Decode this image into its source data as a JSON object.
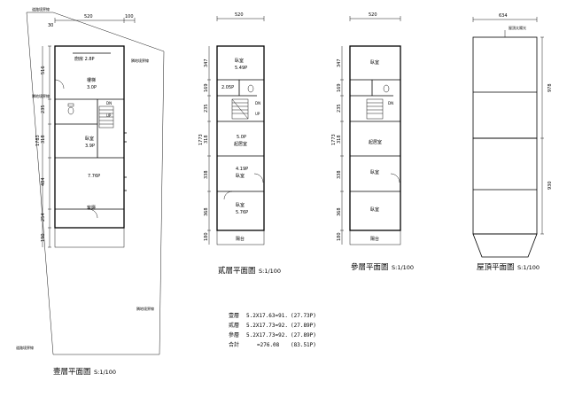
{
  "plans": [
    {
      "title": "壹層平面圖",
      "scale": "S:1/100",
      "dims": [
        "520",
        "100",
        "30",
        "516",
        "235",
        "318",
        "484",
        "254",
        "190",
        "1783"
      ],
      "rooms": [
        "廚房 2.8P",
        "樓梯",
        "3.0P",
        "臥室",
        "3.9P",
        "7.76P",
        "客廳"
      ],
      "tags": [
        "道路境界線",
        "隣地境界線",
        "隣地境界線",
        "隣地境界線",
        "道路境界線",
        "UP",
        "DN"
      ]
    },
    {
      "title": "貳層平面圖",
      "scale": "S:1/100",
      "dims": [
        "520",
        "347",
        "169",
        "235",
        "318",
        "338",
        "368",
        "180",
        "1773"
      ],
      "rooms": [
        "臥室",
        "5.49P",
        "2.05P",
        "5.0P",
        "起居室",
        "4.19P",
        "臥室",
        "臥室",
        "5.76P",
        "陽台"
      ],
      "tags": [
        "DN",
        "UP"
      ]
    },
    {
      "title": "參層平面圖",
      "scale": "S:1/100",
      "dims": [
        "520",
        "347",
        "169",
        "235",
        "318",
        "338",
        "368",
        "180",
        "1773"
      ],
      "rooms": [
        "臥室",
        "起居室",
        "臥室",
        "臥室",
        "陽台"
      ],
      "tags": [
        "DN"
      ]
    },
    {
      "title": "屋頂平面圖",
      "scale": "S:1/100",
      "dims": [
        "634",
        "978",
        "930"
      ],
      "rooms": [],
      "tags": [
        "屋頂太陽光"
      ]
    }
  ],
  "area_table": [
    {
      "label": "壹層",
      "formula": "5.2X17.63=91.",
      "total": "(27.73P)"
    },
    {
      "label": "貳層",
      "formula": "5.2X17.73=92.",
      "total": "(27.89P)"
    },
    {
      "label": "參層",
      "formula": "5.2X17.73=92.",
      "total": "(27.89P)"
    },
    {
      "label": "合計",
      "formula": "=276.08",
      "total": "(83.51P)"
    }
  ]
}
